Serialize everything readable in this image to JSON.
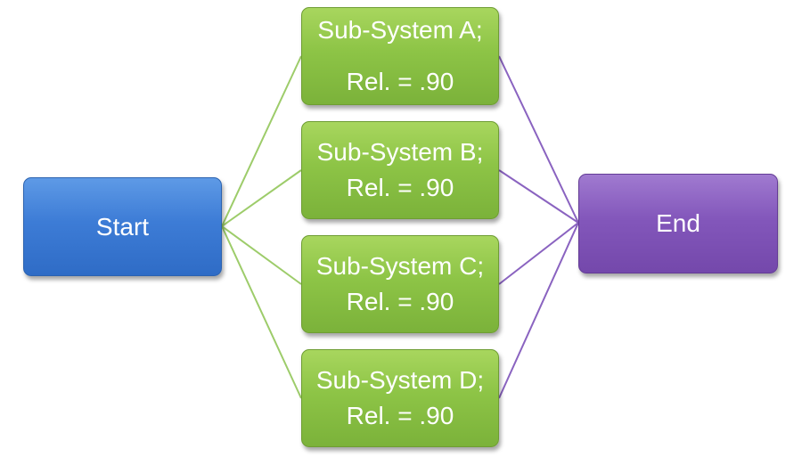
{
  "nodes": {
    "start": {
      "label": "Start"
    },
    "end": {
      "label": "End"
    },
    "subsystems": [
      {
        "name": "Sub-System A;",
        "rel": "Rel. = .90"
      },
      {
        "name": "Sub-System B;",
        "rel": "Rel. = .90"
      },
      {
        "name": "Sub-System C;",
        "rel": "Rel. = .90"
      },
      {
        "name": "Sub-System D;",
        "rel": "Rel. = .90"
      }
    ]
  },
  "colors": {
    "start_fill": "#3d7cd6",
    "subsystem_fill": "#8dc446",
    "end_fill": "#8357bb",
    "input_connector": "#9dcc6a",
    "output_connector": "#8a63c0"
  }
}
